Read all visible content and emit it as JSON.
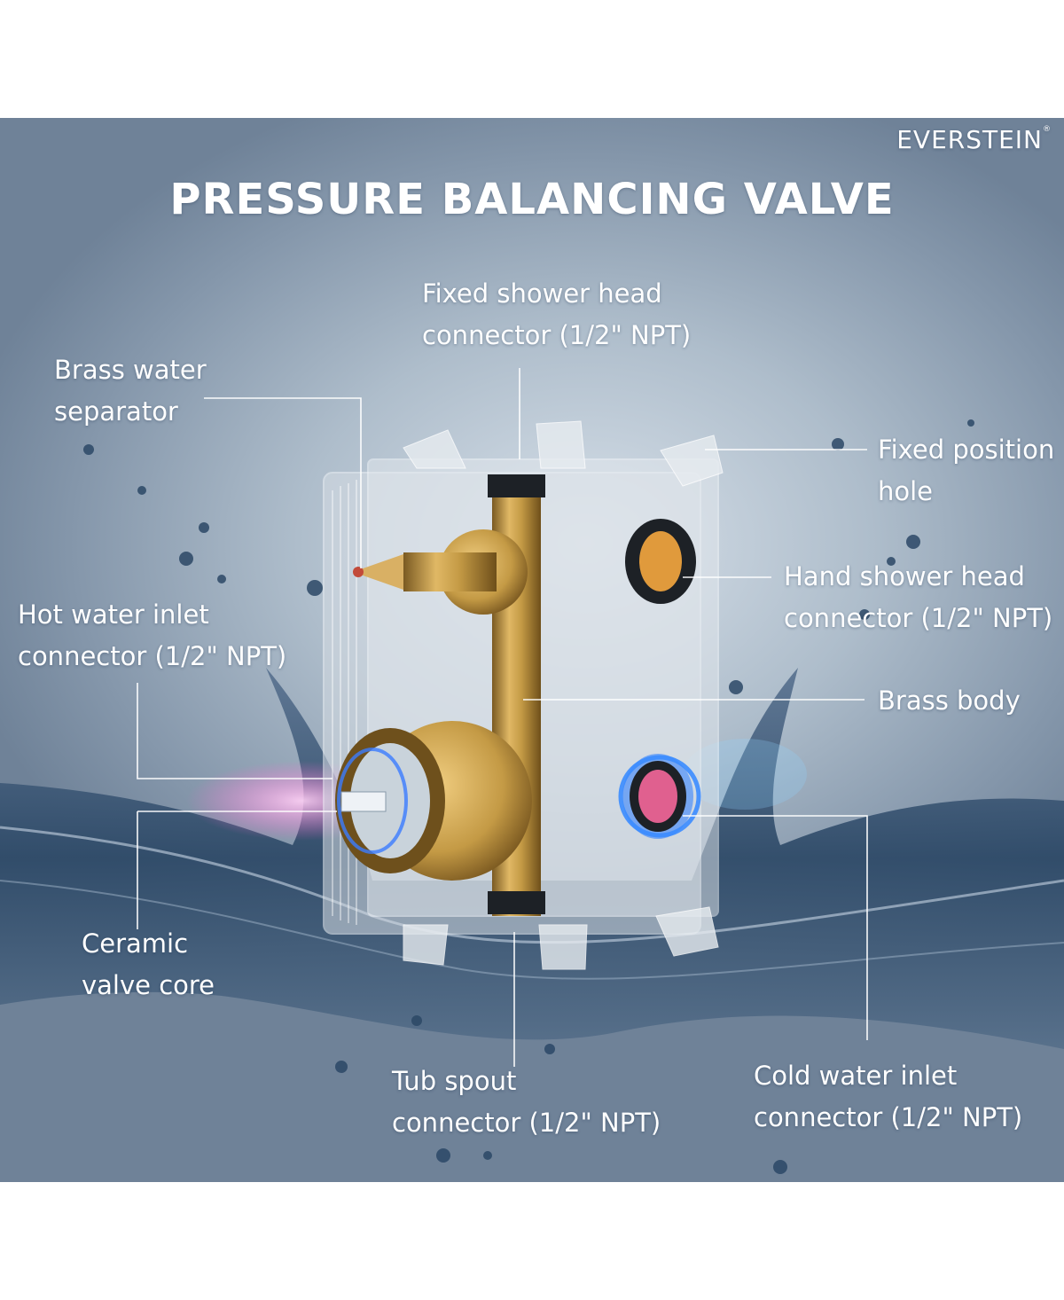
{
  "brand": {
    "name": "EVERSTEIN",
    "mark": "®"
  },
  "title": "PRESSURE BALANCING VALVE",
  "labels": {
    "fixed_shower_head": [
      "Fixed shower head",
      "connector (1/2\" NPT)"
    ],
    "brass_separator": [
      "Brass water",
      "separator"
    ],
    "fixed_position_hole": [
      "Fixed position",
      "hole"
    ],
    "hand_shower_head": [
      "Hand shower head",
      "connector (1/2\" NPT)"
    ],
    "hot_water_inlet": [
      "Hot water inlet",
      "connector (1/2\" NPT)"
    ],
    "brass_body": [
      "Brass body"
    ],
    "ceramic_valve_core": [
      "Ceramic",
      "valve core"
    ],
    "tub_spout": [
      "Tub spout",
      "connector (1/2\" NPT)"
    ],
    "cold_water_inlet": [
      "Cold water inlet",
      "connector (1/2\" NPT)"
    ]
  },
  "colors": {
    "background": "#9aabbe",
    "text": "#ffffff",
    "brass": "#c49a45",
    "hot_glow": "#ff5fd0",
    "cold_glow": "#2a7bff",
    "water": "#2c4866"
  },
  "icons": [
    "valve-illustration",
    "water-splash-graphic"
  ]
}
